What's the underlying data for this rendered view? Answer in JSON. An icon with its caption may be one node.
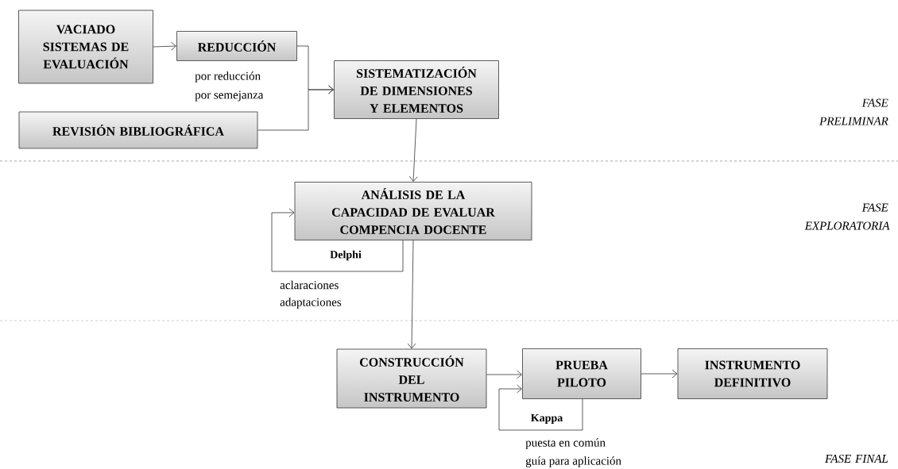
{
  "diagram": {
    "nodes": [
      {
        "text": [
          "VACIADO SISTEMAS DE EVALUACIÓN"
        ]
      },
      {
        "text": [
          "REDUCCIÓN"
        ],
        "beside": [
          "por reducción",
          "por semejanza"
        ]
      },
      {
        "text": [
          "SISTEMATIZACIÓN DE DIMENSIONES Y ELEMENTOS"
        ]
      },
      {
        "text": [
          "REVISIÓN BIBLIOGRÁFICA"
        ]
      },
      {
        "text": [
          "ANÁLISIS DE LA CAPACIDAD DE EVALUAR COMPENCIA DOCENTE"
        ]
      },
      {
        "text": [
          "CONSTRUCCIÓN DEL INSTRUMENTO"
        ]
      },
      {
        "text": [
          "PRUEBA PILOTO"
        ]
      },
      {
        "text": [
          "INSTRUMENTO DEFINITIVO"
        ]
      }
    ],
    "edges": [
      {
        "from": 0,
        "to": 1,
        "arrow": "to"
      },
      {
        "from": 1,
        "to": 2,
        "arrow": "to"
      },
      {
        "from": 3,
        "to": 2,
        "arrow": "to"
      },
      {
        "from": 2,
        "to": 4,
        "arrow": "to"
      },
      {
        "from": 4,
        "to": 4,
        "arrow": "to",
        "label": "Delphi"
      },
      {
        "from": 4,
        "to": 5,
        "arrow": "to"
      },
      {
        "from": 5,
        "to": 6,
        "arrow": "to"
      },
      {
        "from": 6,
        "to": 6,
        "arrow": "to",
        "label": "Kappa"
      },
      {
        "from": 6,
        "to": 7,
        "arrow": "to"
      }
    ],
    "labels": [
      "FASE PRELIMINAR",
      "FASE EXPLORATORIA",
      "aclaraciones",
      "adaptaciones",
      "puesta en común",
      "guía para aplicación",
      "FASE FINAL"
    ]
  }
}
